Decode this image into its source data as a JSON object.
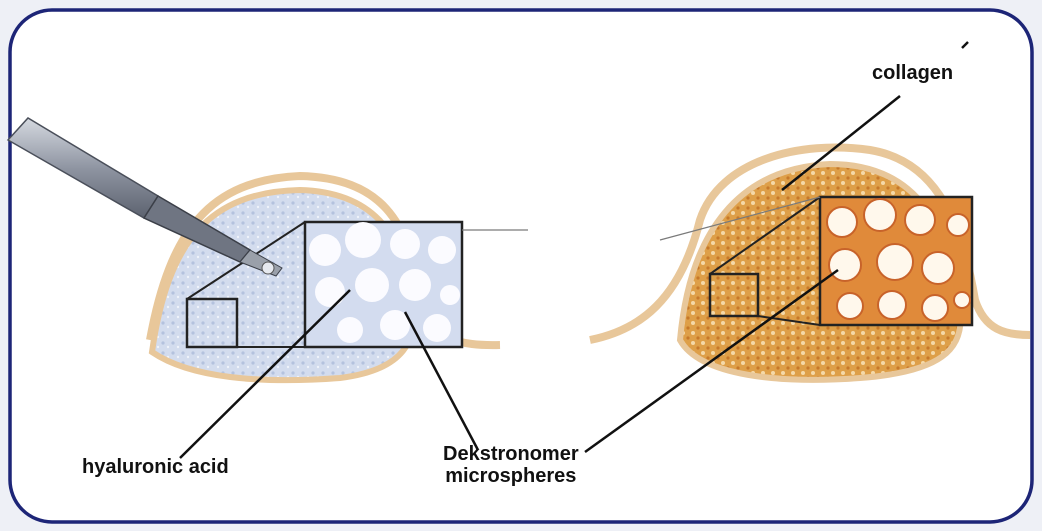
{
  "labels": {
    "collagen": "collagen",
    "hyaluronic_acid": "hyaluronic acid",
    "dextranomer_line1": "Dekstronomer",
    "dextranomer_line2": "microspheres"
  },
  "colors": {
    "frame_border": "#1d2577",
    "skin": "#e8c79a",
    "gel_blue": "#c9d4ea",
    "collagen_orange": "#dc9a3e",
    "sphere_white": "#fbfbff",
    "needle": "#8a909c"
  }
}
